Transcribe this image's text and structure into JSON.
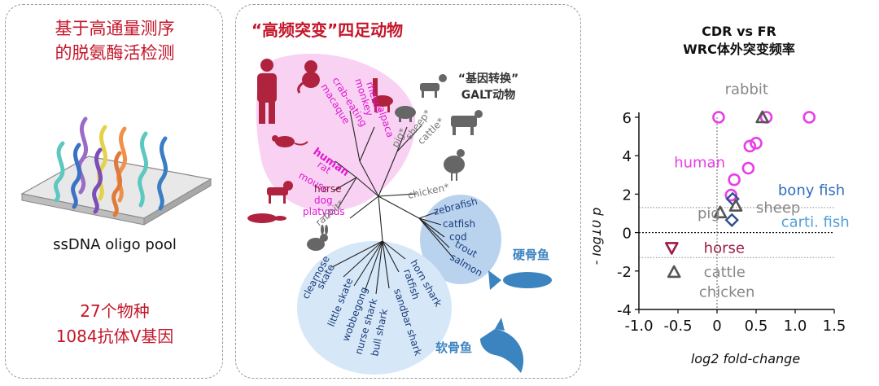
{
  "left": {
    "title_line1": "基于高通量测序",
    "title_line2": "的脱氨酶活检测",
    "pool_label": "ssDNA oligo pool",
    "stat_line1": "27个物种",
    "stat_line2": "1084抗体V基因"
  },
  "middle": {
    "title": "“高频突变”四足动物",
    "galt_line1": "“基因转换”",
    "galt_line2": "GALT动物",
    "bony_label": "硬骨鱼",
    "carti_label": "软骨鱼",
    "leaves": {
      "human": "human",
      "rat": "rat",
      "mouse": "mouse",
      "horse": "horse",
      "dog": "dog",
      "platypus": "platypus",
      "crab": "crab-eating",
      "macaque": "macaque",
      "rhesus": "rhesus",
      "monkey": "monkey",
      "alpaca": "alpaca",
      "pig": "pig*",
      "sheep": "sheep*",
      "cattle": "cattle*",
      "chicken": "chicken*",
      "rabbit": "rabbit*",
      "zebrafish": "zebrafish",
      "catfish": "catfish",
      "cod": "cod",
      "trout": "trout",
      "salmon": "salmon",
      "clearnose": "clearnose",
      "skate": "skate",
      "littleskate": "little skate",
      "wobbegong": "wobbegong",
      "nurse": "nurse shark",
      "bull": "bull shark",
      "sandbar": "sandbar shark",
      "ratfish": "ratfish",
      "horn": "horn shark"
    }
  },
  "chart_data": {
    "type": "scatter",
    "title_line1": "CDR vs FR",
    "title_line2": "WRC体外突变频率",
    "xlabel": "log2 fold-change",
    "ylabel": "- log10 p",
    "xlim": [
      -1.0,
      1.5
    ],
    "ylim": [
      -4,
      6
    ],
    "xticks": [
      "-1.0",
      "-0.5",
      "0",
      "0.5",
      "1.0",
      "1.5"
    ],
    "yticks": [
      "-4",
      "-2",
      "0",
      "2",
      "4",
      "6"
    ],
    "thresholds": [
      1.3,
      -1.3
    ],
    "points": [
      {
        "group": "human",
        "marker": "circle",
        "color": "#e83ee8",
        "x": 0.02,
        "y": 6.0
      },
      {
        "group": "human",
        "marker": "circle",
        "color": "#e83ee8",
        "x": 0.63,
        "y": 6.0
      },
      {
        "group": "human",
        "marker": "circle",
        "color": "#e83ee8",
        "x": 1.18,
        "y": 6.0
      },
      {
        "group": "human",
        "marker": "circle",
        "color": "#e83ee8",
        "x": 0.42,
        "y": 4.5
      },
      {
        "group": "human",
        "marker": "circle",
        "color": "#e83ee8",
        "x": 0.5,
        "y": 4.65
      },
      {
        "group": "human",
        "marker": "circle",
        "color": "#e83ee8",
        "x": 0.4,
        "y": 3.35
      },
      {
        "group": "human",
        "marker": "circle",
        "color": "#e83ee8",
        "x": 0.22,
        "y": 2.75
      },
      {
        "group": "human",
        "marker": "circle",
        "color": "#e83ee8",
        "x": 0.18,
        "y": 1.95
      },
      {
        "group": "rabbit",
        "marker": "triangle",
        "color": "#555555",
        "x": 0.58,
        "y": 6.0
      },
      {
        "group": "bony fish",
        "marker": "diamond",
        "color": "#2f4f93",
        "x": 0.2,
        "y": 1.75
      },
      {
        "group": "carti. fish",
        "marker": "diamond",
        "color": "#2f4f93",
        "x": 0.19,
        "y": 0.65
      },
      {
        "group": "sheep",
        "marker": "triangle",
        "color": "#555555",
        "x": 0.24,
        "y": 1.4
      },
      {
        "group": "pig",
        "marker": "triangle",
        "color": "#555555",
        "x": 0.04,
        "y": 1.05
      },
      {
        "group": "horse",
        "marker": "triangle-down",
        "color": "#9c1f44",
        "x": -0.58,
        "y": -0.8
      },
      {
        "group": "cattle/chicken",
        "marker": "triangle",
        "color": "#555555",
        "x": -0.55,
        "y": -2.05
      }
    ],
    "labels": [
      {
        "text": "rabbit",
        "color": "#888888",
        "x": 0.1,
        "y": 7.2
      },
      {
        "text": "human",
        "color": "#e83ee8",
        "x": -0.55,
        "y": 3.4
      },
      {
        "text": "bony fish",
        "color": "#2f6fbf",
        "x": 0.78,
        "y": 1.95
      },
      {
        "text": "sheep",
        "color": "#888888",
        "x": 0.5,
        "y": 1.05
      },
      {
        "text": "carti. fish",
        "color": "#4f9fd8",
        "x": 0.82,
        "y": 0.3
      },
      {
        "text": "pig",
        "color": "#888888",
        "x": -0.25,
        "y": 0.75
      },
      {
        "text": "horse",
        "color": "#9c1f44",
        "x": -0.17,
        "y": -1.05
      },
      {
        "text": "cattle",
        "color": "#888888",
        "x": -0.17,
        "y": -2.3
      },
      {
        "text": "chicken",
        "color": "#888888",
        "x": -0.23,
        "y": -3.35
      }
    ]
  }
}
